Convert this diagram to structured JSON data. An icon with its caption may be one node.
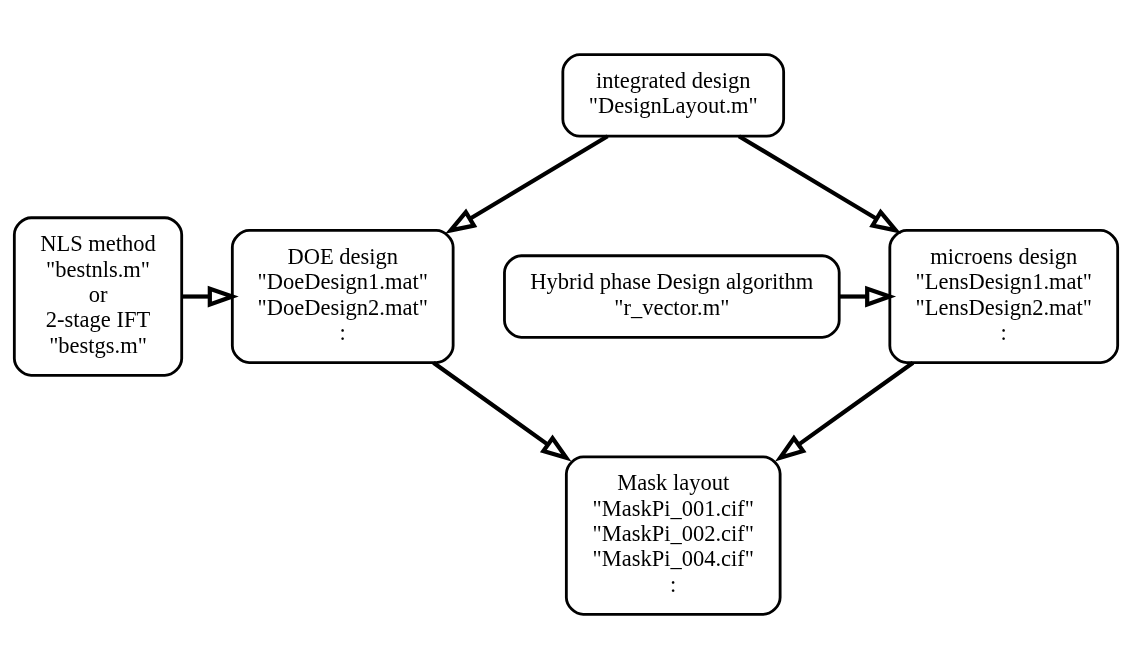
{
  "diagram": {
    "nodes": [
      {
        "text": [
          "integrated design",
          "\"DesignLayout.m\""
        ]
      },
      {
        "text": [
          "Hybrid phase Design algorithm",
          "\"r_vector.m\""
        ]
      },
      {
        "text": [
          "microens design",
          "\"LensDesign1.mat\"",
          "\"LensDesign2.mat\"",
          ":"
        ]
      },
      {
        "text": [
          "DOE design",
          "\"DoeDesign1.mat\"",
          "\"DoeDesign2.mat\"",
          ":"
        ]
      },
      {
        "text": [
          "NLS method",
          "\"bestnls.m\"",
          "or",
          "2-stage IFT",
          "\"bestgs.m\""
        ]
      },
      {
        "text": [
          "Mask layout",
          "\"MaskPi_001.cif\"",
          "\"MaskPi_002.cif\"",
          "\"MaskPi_004.cif\"",
          ":"
        ]
      }
    ],
    "edges": [
      {
        "from": 0,
        "to": 2,
        "arrow": "to"
      },
      {
        "from": 0,
        "to": 3,
        "arrow": "to"
      },
      {
        "from": 1,
        "to": 2,
        "arrow": "to"
      },
      {
        "from": 4,
        "to": 3,
        "arrow": "to"
      },
      {
        "from": 2,
        "to": 5,
        "arrow": "to"
      },
      {
        "from": 3,
        "to": 5,
        "arrow": "to"
      }
    ]
  }
}
